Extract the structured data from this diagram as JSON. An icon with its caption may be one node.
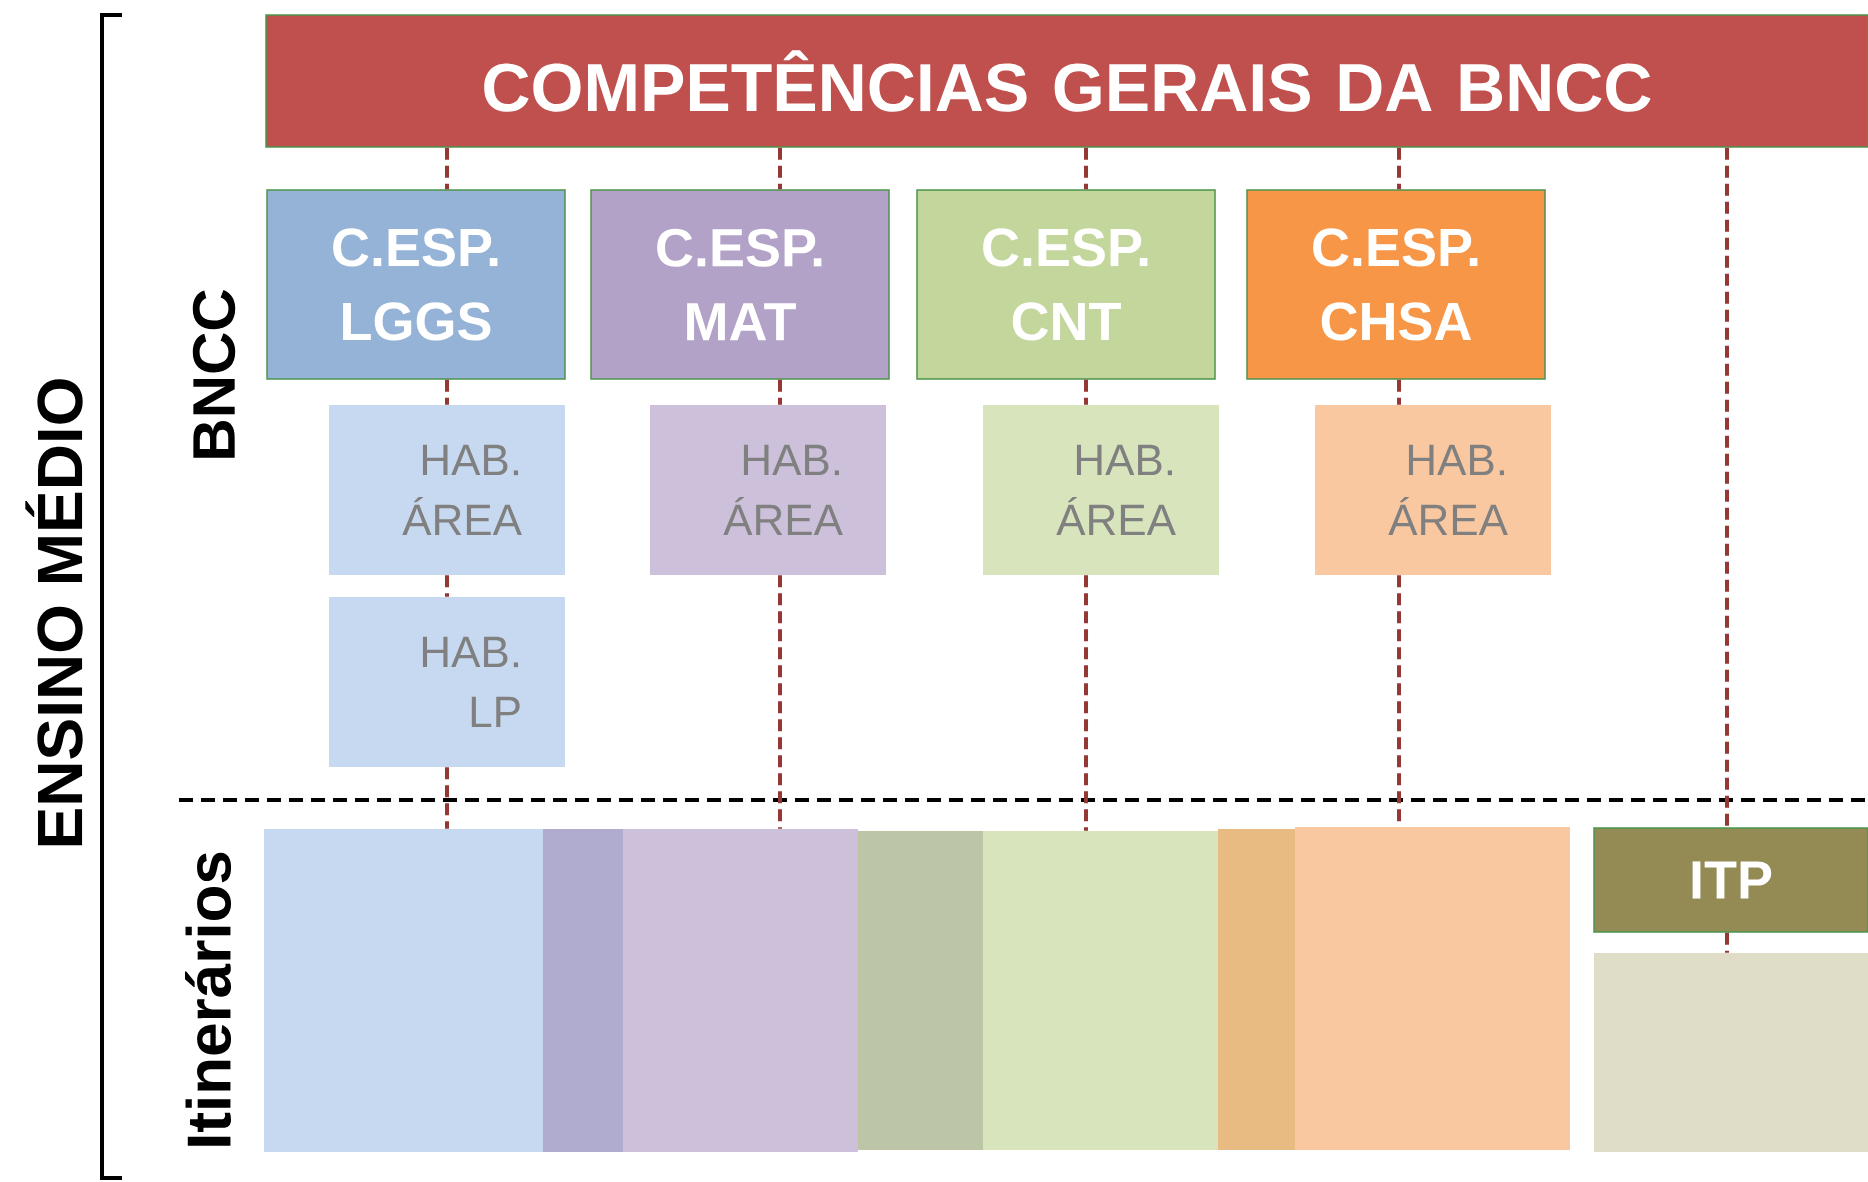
{
  "diagram": {
    "nodes": [
      {
        "text": [
          "COMPETÊNCIAS GERAIS DA BNCC"
        ]
      },
      {
        "text": [
          "C.ESP. LGGS"
        ]
      },
      {
        "text": [
          "C.ESP. MAT"
        ]
      },
      {
        "text": [
          "C.ESP. CNT"
        ]
      },
      {
        "text": [
          "C.ESP. CHSA"
        ]
      },
      {
        "text": [
          "HAB. ÁREA"
        ]
      },
      {
        "text": [
          "HAB. ÁREA"
        ]
      },
      {
        "text": [
          "HAB. ÁREA"
        ]
      },
      {
        "text": [
          "HAB. ÁREA"
        ]
      },
      {
        "text": [
          "HAB. LP"
        ]
      },
      {
        "text": [],
        "shape": "box"
      },
      {
        "text": [],
        "shape": "box"
      },
      {
        "text": [],
        "shape": "box"
      },
      {
        "text": [],
        "shape": "box"
      },
      {
        "text": [],
        "shape": "box"
      },
      {
        "text": [],
        "shape": "box"
      },
      {
        "text": [],
        "shape": "box"
      },
      {
        "text": [
          "ITP"
        ]
      },
      {
        "text": [],
        "shape": "box"
      }
    ],
    "edges": [
      {
        "from": 0,
        "to": 1,
        "arrow": "none",
        "style": "dashed"
      },
      {
        "from": 1,
        "to": 5,
        "arrow": "none",
        "style": "dashed"
      },
      {
        "from": 5,
        "to": 9,
        "arrow": "none",
        "style": "dashed"
      },
      {
        "from": 9,
        "to": 10,
        "arrow": "none",
        "style": "dashed"
      },
      {
        "from": 0,
        "to": 2,
        "arrow": "none",
        "style": "dashed"
      },
      {
        "from": 2,
        "to": 6,
        "arrow": "none",
        "style": "dashed"
      },
      {
        "from": 6,
        "to": 12,
        "arrow": "none",
        "style": "dashed"
      },
      {
        "from": 0,
        "to": 3,
        "arrow": "none",
        "style": "dashed"
      },
      {
        "from": 3,
        "to": 7,
        "arrow": "none",
        "style": "dashed"
      },
      {
        "from": 7,
        "to": 14,
        "arrow": "none",
        "style": "dashed"
      },
      {
        "from": 0,
        "to": 4,
        "arrow": "none",
        "style": "dashed"
      },
      {
        "from": 4,
        "to": 8,
        "arrow": "none",
        "style": "dashed"
      },
      {
        "from": 8,
        "to": 16,
        "arrow": "none",
        "style": "dashed"
      },
      {
        "from": 0,
        "to": 17,
        "arrow": "none",
        "style": "dashed"
      },
      {
        "from": 17,
        "to": 18,
        "arrow": "none",
        "style": "dashed"
      }
    ],
    "labels": [
      "ENSINO MÉDIO",
      "BNCC",
      "Itinerários"
    ]
  }
}
